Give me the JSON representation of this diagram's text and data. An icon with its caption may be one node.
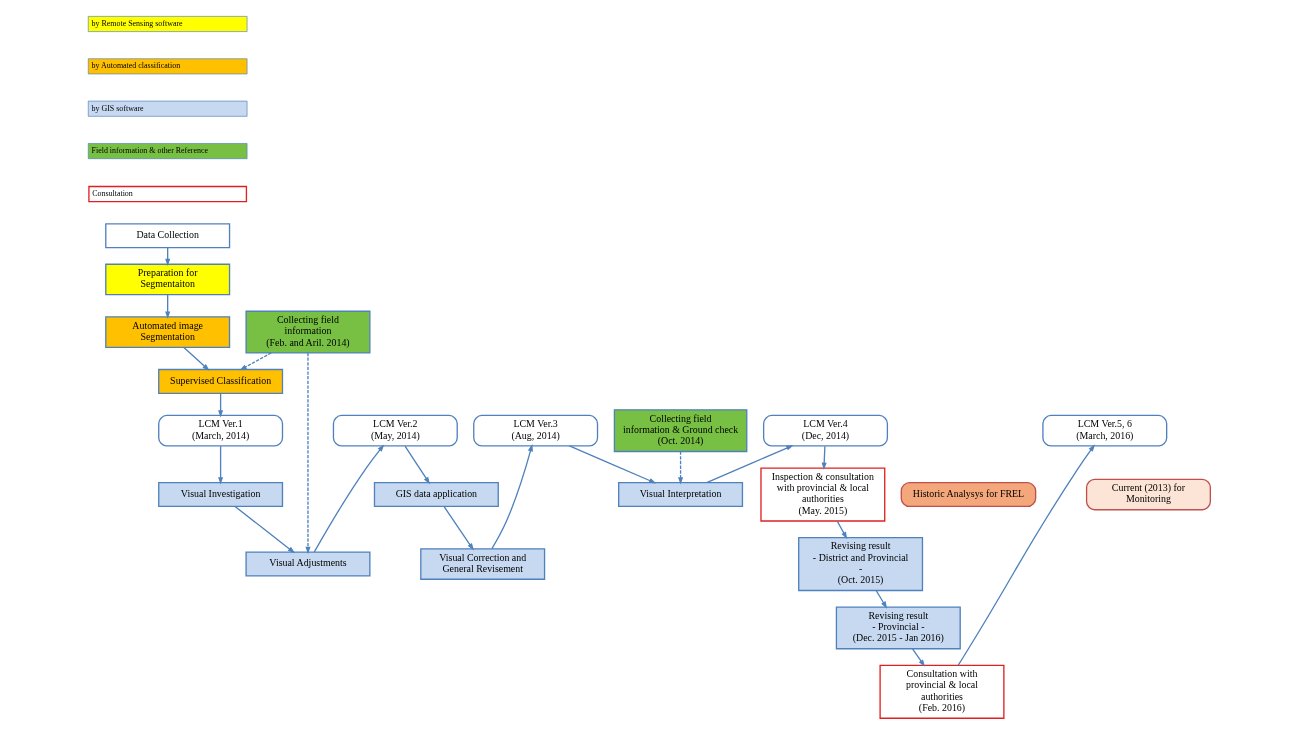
{
  "diagram": {
    "nodes": [
      {
        "text": [
          "Data Collection"
        ]
      },
      {
        "text": [
          "Preparation for Segmentaiton"
        ]
      },
      {
        "text": [
          "Automated image Segmentation"
        ]
      },
      {
        "text": [
          "Supervised Classification"
        ]
      },
      {
        "text": [
          "LCM Ver.1",
          "(March, 2014)"
        ]
      },
      {
        "text": [
          "Collecting field information",
          "(Feb. and Aril. 2014)"
        ]
      },
      {
        "text": [
          "Visual Investigation"
        ]
      },
      {
        "text": [
          "Visual Adjustments"
        ]
      },
      {
        "text": [
          "LCM Ver.2",
          "(May, 2014)"
        ]
      },
      {
        "text": [
          "GIS data application"
        ]
      },
      {
        "text": [
          "Visual Correction and General Revisement"
        ]
      },
      {
        "text": [
          "LCM Ver.3",
          "(Aug, 2014)"
        ]
      },
      {
        "text": [
          "Collecting field information & Ground check",
          "(Oct. 2014)"
        ]
      },
      {
        "text": [
          "Visual Interpretation"
        ]
      },
      {
        "text": [
          "LCM Ver.4",
          "(Dec, 2014)"
        ]
      },
      {
        "text": [
          "Inspection & consultation with provincial & local authorities",
          "(May. 2015)"
        ]
      },
      {
        "text": [
          "Revising result",
          "- District and Provincial -",
          "(Oct. 2015)"
        ]
      },
      {
        "text": [
          "Revising result",
          "- Provincial -",
          "(Dec. 2015 - Jan 2016)"
        ]
      },
      {
        "text": [
          "Consultation with provincial & local authorities",
          "(Feb. 2016)"
        ]
      },
      {
        "text": [
          "LCM Ver.5, 6",
          "(March, 2016)"
        ]
      },
      {
        "text": [
          "Historic Analysys for FREL"
        ]
      },
      {
        "text": [
          "Current (2013) for Monitoring"
        ]
      }
    ],
    "edges": [
      {
        "from": 0,
        "to": 1,
        "arrow": "to"
      },
      {
        "from": 1,
        "to": 2,
        "arrow": "to"
      },
      {
        "from": 2,
        "to": 3,
        "arrow": "to"
      },
      {
        "from": 5,
        "to": 3,
        "arrow": "to",
        "style": "dashed"
      },
      {
        "from": 3,
        "to": 4,
        "arrow": "to"
      },
      {
        "from": 4,
        "to": 6,
        "arrow": "to"
      },
      {
        "from": 6,
        "to": 7,
        "arrow": "to"
      },
      {
        "from": 5,
        "to": 7,
        "arrow": "to",
        "style": "dashed"
      },
      {
        "from": 7,
        "to": 8,
        "arrow": "to"
      },
      {
        "from": 8,
        "to": 9,
        "arrow": "to"
      },
      {
        "from": 9,
        "to": 10,
        "arrow": "to"
      },
      {
        "from": 10,
        "to": 11,
        "arrow": "to"
      },
      {
        "from": 11,
        "to": 13,
        "arrow": "to"
      },
      {
        "from": 12,
        "to": 13,
        "arrow": "to",
        "style": "dashed"
      },
      {
        "from": 13,
        "to": 14,
        "arrow": "to"
      },
      {
        "from": 14,
        "to": 15,
        "arrow": "to"
      },
      {
        "from": 15,
        "to": 16,
        "arrow": "to"
      },
      {
        "from": 16,
        "to": 17,
        "arrow": "to"
      },
      {
        "from": 17,
        "to": 18,
        "arrow": "to"
      },
      {
        "from": 18,
        "to": 19,
        "arrow": "to"
      }
    ],
    "legend": [
      {
        "text": "by Remote Sensing software",
        "color": "#ffff00"
      },
      {
        "text": "by Automated classification",
        "color": "#ffc000"
      },
      {
        "text": "by GIS software",
        "color": "#c6d9f1"
      },
      {
        "text": "Field information & other Reference",
        "color": "#77c043"
      },
      {
        "text": "Consultation"
      }
    ]
  }
}
